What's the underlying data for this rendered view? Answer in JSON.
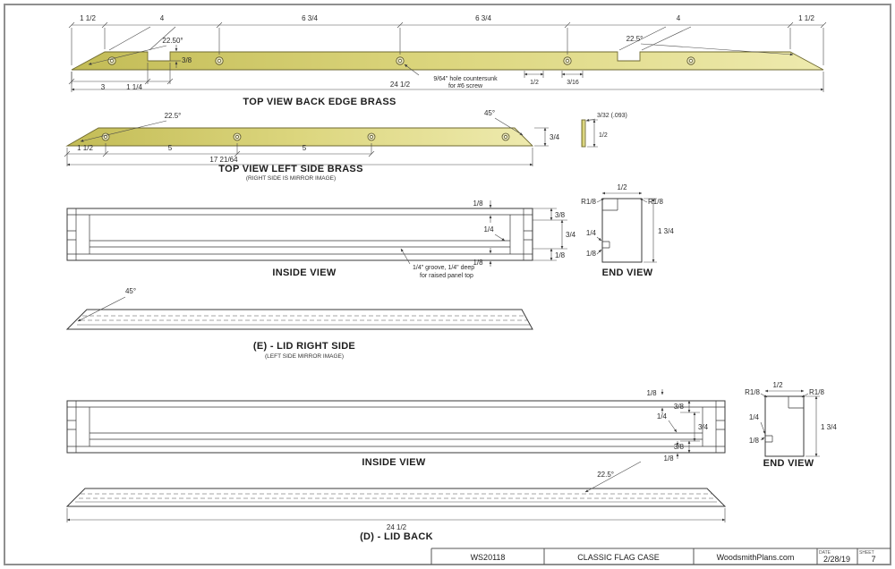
{
  "sheet": {
    "background": "#ffffff",
    "border_color": "#8f8f8f"
  },
  "colors": {
    "brass_dark": "#c3bc56",
    "brass_mid": "#dcd67e",
    "brass_light": "#eeeaae",
    "line": "#3a3a3a"
  },
  "back_edge": {
    "title": "TOP VIEW BACK EDGE BRASS",
    "dims_top": [
      "1 1/2",
      "4",
      "6 3/4",
      "6 3/4",
      "4",
      "1 1/2"
    ],
    "angle_left": "22.50°",
    "angle_right": "22.5°",
    "notch_depth": "3/8",
    "dim_3": "3",
    "dim_1_1_4": "1 1/4",
    "dim_half": "1/2",
    "dim_3_16": "3/16",
    "dim_total": "24 1/2",
    "hole_note_1": "9/64\" hole countersunk",
    "hole_note_2": "for #6 screw"
  },
  "left_side": {
    "title": "TOP VIEW LEFT SIDE BRASS",
    "subtitle": "(RIGHT SIDE IS MIRROR IMAGE)",
    "angle_left": "22.5°",
    "angle_right": "45°",
    "dims": [
      "1 1/2",
      "5",
      "5"
    ],
    "dim_total": "17 21/64",
    "dim_width": "3/4",
    "detail_thickness": "3/32 (.093)",
    "detail_width": "1/2"
  },
  "lid_side_inside": {
    "title": "INSIDE VIEW",
    "dim_top": "1/8",
    "dim_3_8": "3/8",
    "dim_1_4": "1/4",
    "dim_3_4": "3/4",
    "dim_mid": "1/8",
    "dim_bottom": "1/8",
    "note_1": "1/4\" groove, 1/4\" deep",
    "note_2": "for raised panel top"
  },
  "lid_side_end": {
    "title": "END VIEW",
    "dim_half": "1/2",
    "radius_left": "R1/8",
    "radius_right": "R1/8",
    "dim_height": "1 3/4",
    "dim_1_4": "1/4",
    "dim_1_8": "1/8"
  },
  "lid_side_profile": {
    "title": "(E) - LID RIGHT SIDE",
    "subtitle": "(LEFT SIDE MIRROR IMAGE)",
    "angle": "45°"
  },
  "lid_back_inside": {
    "title": "INSIDE VIEW",
    "dim_top": "1/8",
    "dim_3_8_top": "3/8",
    "dim_1_4": "1/4",
    "dim_3_4": "3/4",
    "dim_3_8_bottom": "3/8",
    "dim_bottom": "1/8"
  },
  "lid_back_end": {
    "title": "END VIEW",
    "dim_half": "1/2",
    "radius_left": "R1/8",
    "radius_right": "R1/8",
    "dim_1_4": "1/4",
    "dim_height": "1 3/4",
    "dim_1_8": "1/8"
  },
  "lid_back_profile": {
    "title": "(D) - LID BACK",
    "angle": "22.5°",
    "dim_total": "24 1/2"
  },
  "title_block": {
    "code": "WS20118",
    "title": "CLASSIC FLAG CASE",
    "site": "WoodsmithPlans.com",
    "date_label": "DATE",
    "date": "2/28/19",
    "sheet_label": "SHEET",
    "sheet": "7"
  }
}
